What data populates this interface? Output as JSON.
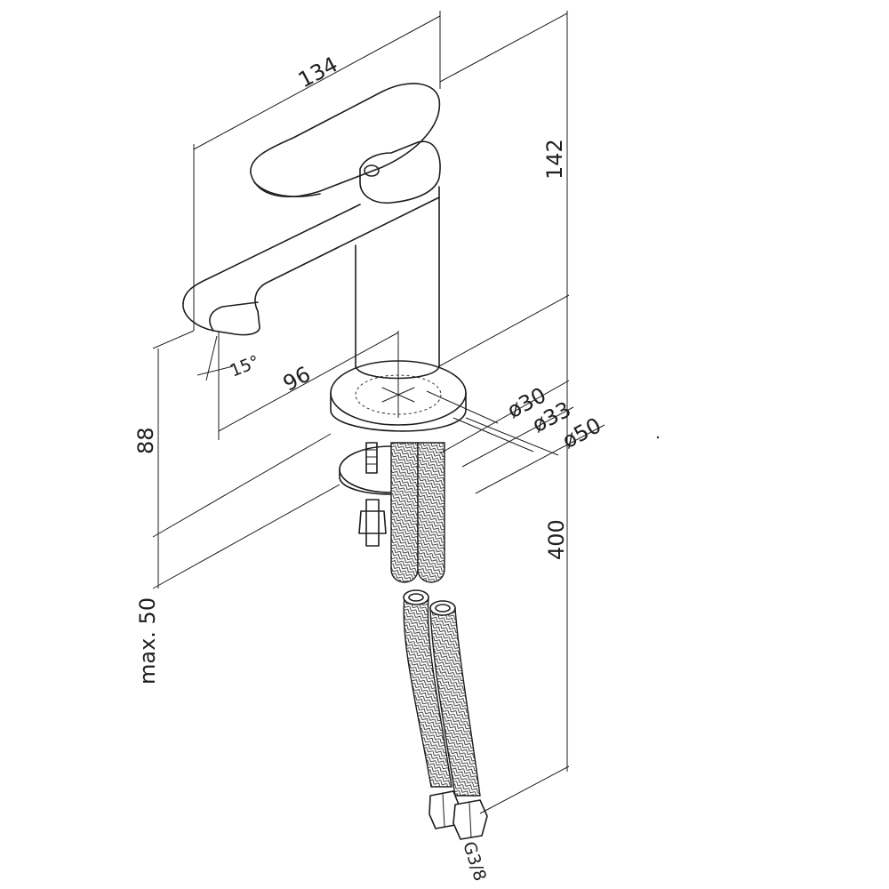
{
  "diagram": {
    "dimensions": {
      "overall_width": "134",
      "overall_height": "142",
      "spout_reach": "96",
      "spout_angle": "15°",
      "height_above_deck": "88",
      "deck_thickness": "max. 50",
      "hose_length": "400",
      "diameter_small": "ø30",
      "diameter_mid": "ø33",
      "diameter_base": "ø50",
      "connector_thread": "G3/8"
    }
  }
}
